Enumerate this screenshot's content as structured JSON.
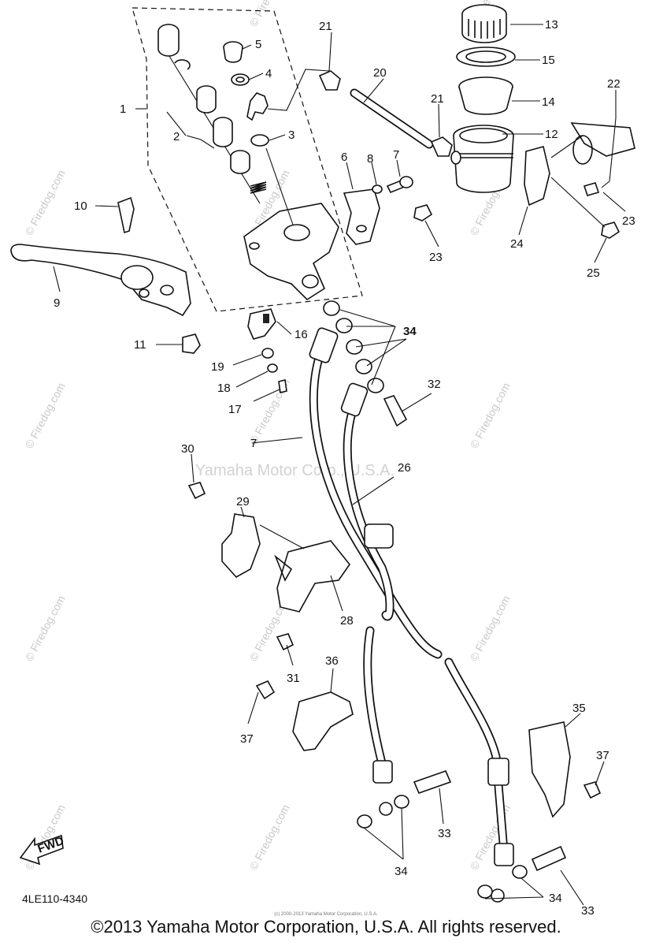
{
  "diagram": {
    "callouts": [
      {
        "id": "1",
        "label": "1"
      },
      {
        "id": "2",
        "label": "2"
      },
      {
        "id": "3",
        "label": "3"
      },
      {
        "id": "4",
        "label": "4"
      },
      {
        "id": "5",
        "label": "5"
      },
      {
        "id": "6",
        "label": "6"
      },
      {
        "id": "7a",
        "label": "7"
      },
      {
        "id": "7b",
        "label": "7"
      },
      {
        "id": "8",
        "label": "8"
      },
      {
        "id": "9",
        "label": "9"
      },
      {
        "id": "10",
        "label": "10"
      },
      {
        "id": "11",
        "label": "11"
      },
      {
        "id": "12",
        "label": "12"
      },
      {
        "id": "13",
        "label": "13"
      },
      {
        "id": "14",
        "label": "14"
      },
      {
        "id": "15",
        "label": "15"
      },
      {
        "id": "16",
        "label": "16"
      },
      {
        "id": "17",
        "label": "17"
      },
      {
        "id": "18",
        "label": "18"
      },
      {
        "id": "19",
        "label": "19"
      },
      {
        "id": "20",
        "label": "20"
      },
      {
        "id": "21a",
        "label": "21"
      },
      {
        "id": "21b",
        "label": "21"
      },
      {
        "id": "22",
        "label": "22"
      },
      {
        "id": "23a",
        "label": "23"
      },
      {
        "id": "23b",
        "label": "23"
      },
      {
        "id": "24",
        "label": "24"
      },
      {
        "id": "25",
        "label": "25"
      },
      {
        "id": "26",
        "label": "26"
      },
      {
        "id": "28",
        "label": "28"
      },
      {
        "id": "29",
        "label": "29"
      },
      {
        "id": "30",
        "label": "30"
      },
      {
        "id": "31",
        "label": "31"
      },
      {
        "id": "32",
        "label": "32"
      },
      {
        "id": "33a",
        "label": "33"
      },
      {
        "id": "33b",
        "label": "33"
      },
      {
        "id": "34a",
        "label": "34"
      },
      {
        "id": "34b",
        "label": "34"
      },
      {
        "id": "34c",
        "label": "34"
      },
      {
        "id": "35",
        "label": "35"
      },
      {
        "id": "36",
        "label": "36"
      },
      {
        "id": "37a",
        "label": "37"
      },
      {
        "id": "37b",
        "label": "37"
      }
    ],
    "fwd_label": "FWD",
    "diagram_code": "4LE110-4340",
    "watermark": "© Firedog.com",
    "watermark_center": "Yamaha Motor Corp., U.S.A.",
    "fine_print": "(c) 2000-2013 Yamaha Motor Corporation, U.S.A.",
    "copyright": "©2013 Yamaha Motor Corporation, U.S.A. All rights reserved."
  }
}
